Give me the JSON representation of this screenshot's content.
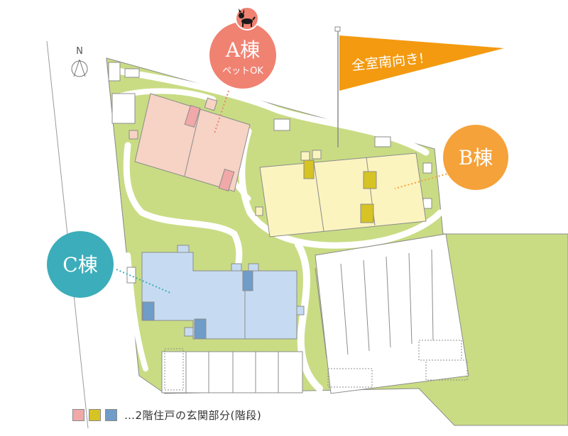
{
  "compass": {
    "label": "N"
  },
  "buildings": {
    "a": {
      "name": "A棟",
      "note": "ペットOK",
      "color": "#f08272"
    },
    "b": {
      "name": "B棟",
      "color": "#f5a23a"
    },
    "c": {
      "name": "C棟",
      "color": "#3cadba"
    }
  },
  "banner": {
    "text": "全室南向き!",
    "color": "#f39a10"
  },
  "legend": {
    "swatches": [
      {
        "name": "a-entrance",
        "color": "#f0a8a8"
      },
      {
        "name": "b-entrance",
        "color": "#d6c324"
      },
      {
        "name": "c-entrance",
        "color": "#6f9cc8"
      }
    ],
    "text": "…2階住戸の玄関部分(階段)"
  },
  "colors": {
    "lawn": "#c9dc84",
    "path": "#ffffff",
    "a_block": "#f6d3c4",
    "b_block": "#fbf4bf",
    "c_block": "#c6dbf1",
    "outline": "#8c8c8c"
  }
}
